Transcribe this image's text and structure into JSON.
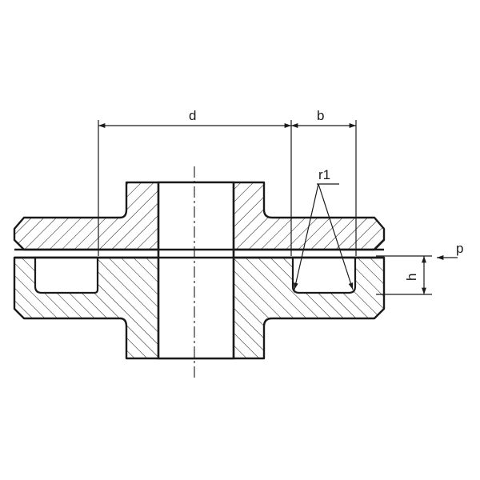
{
  "diagram": {
    "labels": {
      "d": "d",
      "b": "b",
      "r1": "r1",
      "h": "h",
      "p": "p"
    }
  }
}
